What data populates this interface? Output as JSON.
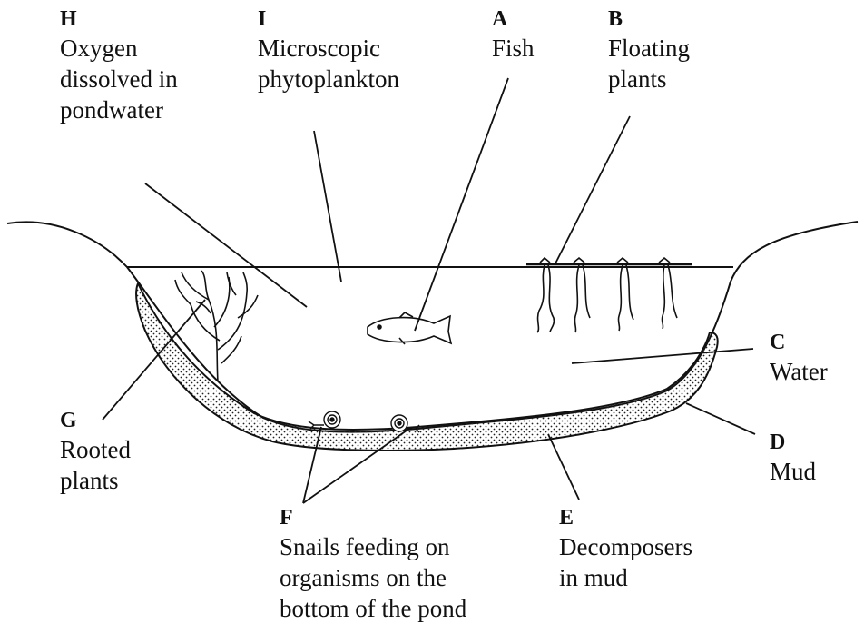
{
  "labels": {
    "H": {
      "letter": "H",
      "text": "Oxygen\ndissolved in\npondwater"
    },
    "I": {
      "letter": "I",
      "text": "Microscopic\nphytoplankton"
    },
    "A": {
      "letter": "A",
      "text": "Fish"
    },
    "B": {
      "letter": "B",
      "text": "Floating\nplants"
    },
    "C": {
      "letter": "C",
      "text": "Water"
    },
    "D": {
      "letter": "D",
      "text": "Mud"
    },
    "E": {
      "letter": "E",
      "text": "Decomposers\nin mud"
    },
    "F": {
      "letter": "F",
      "text": "Snails feeding on\norganisms on the\nbottom of the pond"
    },
    "G": {
      "letter": "G",
      "text": "Rooted\nplants"
    }
  }
}
